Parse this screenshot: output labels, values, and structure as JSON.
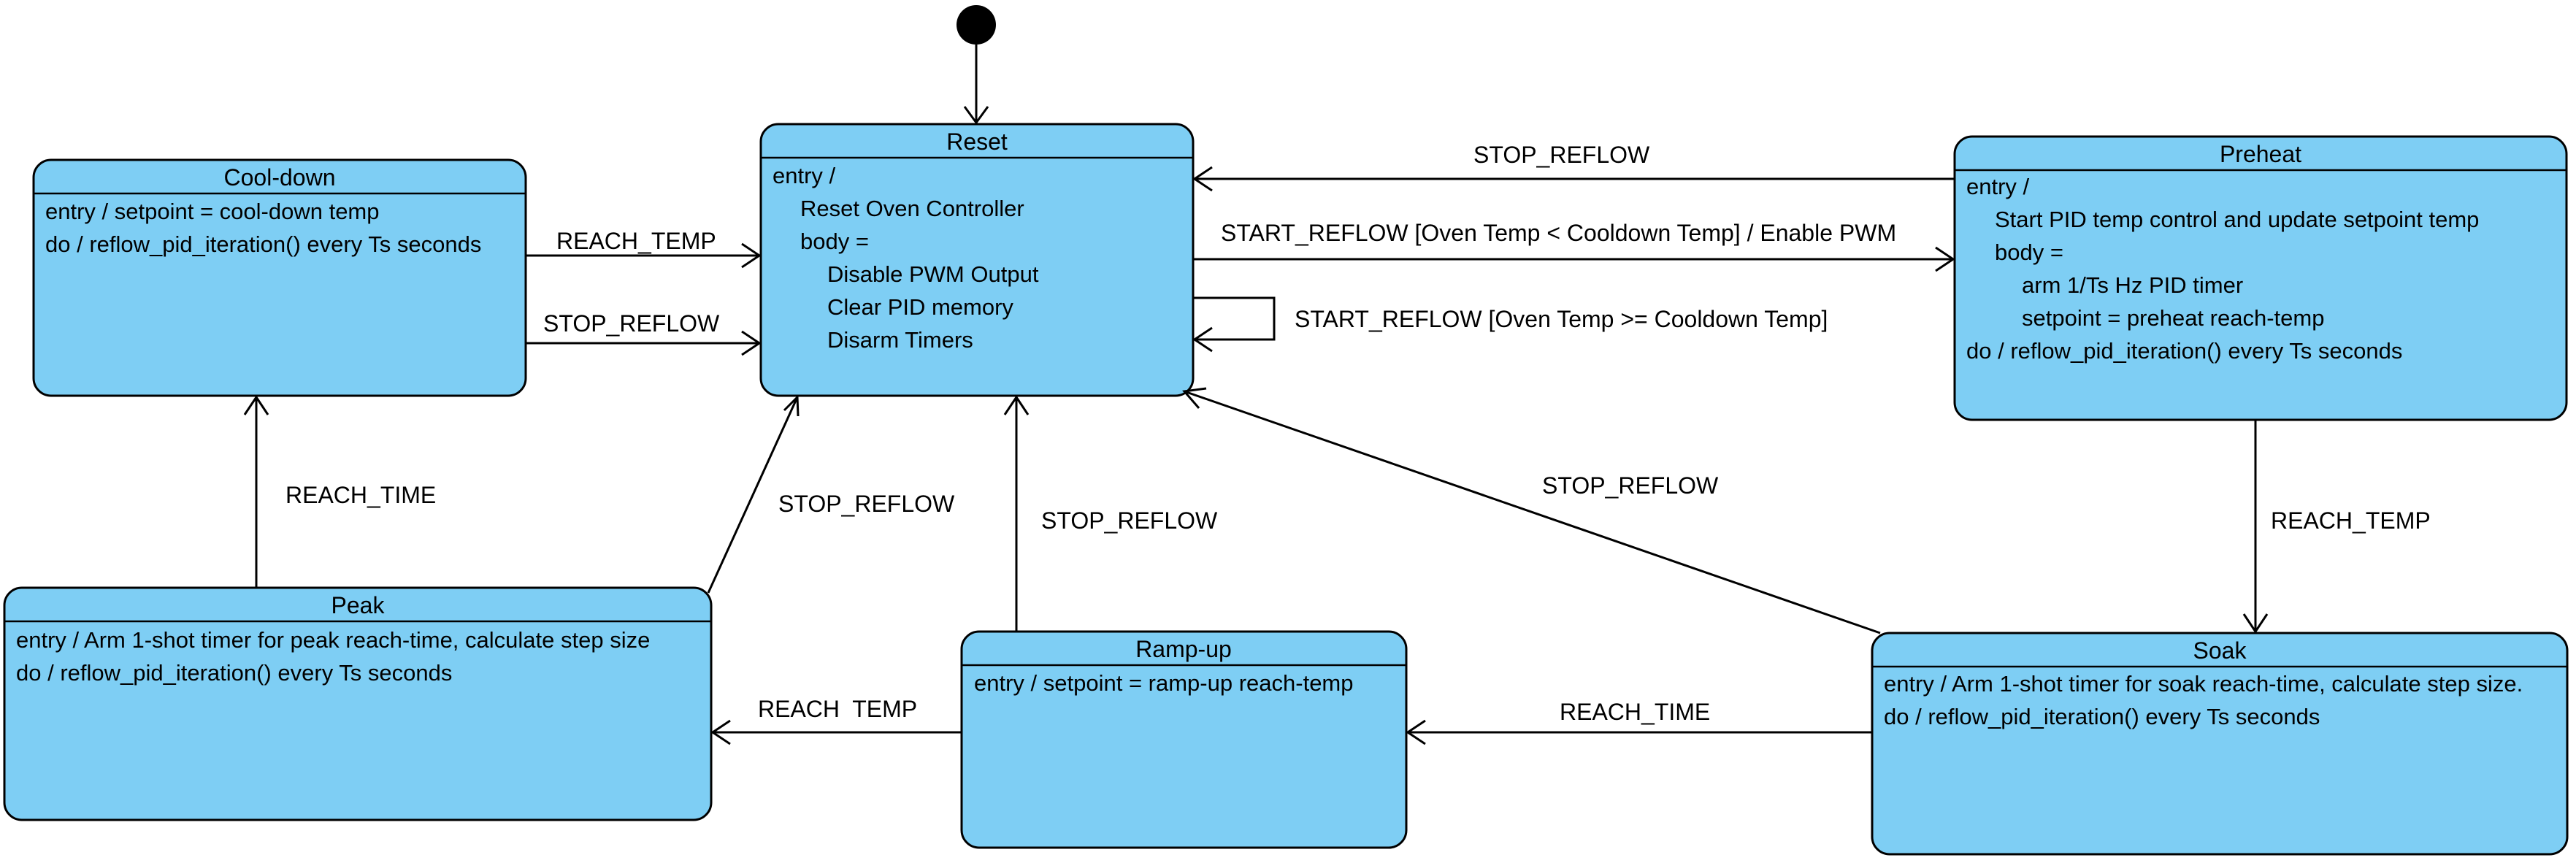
{
  "states": {
    "reset": {
      "title": "Reset",
      "lines": [
        "entry /",
        "Reset Oven Controller",
        "body =",
        "Disable PWM Output",
        "Clear PID memory",
        "Disarm Timers"
      ]
    },
    "cooldown": {
      "title": "Cool-down",
      "lines": [
        "entry / setpoint = cool-down temp",
        "do / reflow_pid_iteration() every Ts seconds"
      ]
    },
    "preheat": {
      "title": "Preheat",
      "lines": [
        "entry /",
        "Start PID temp control and update setpoint temp",
        "body =",
        "arm 1/Ts Hz PID timer",
        "setpoint = preheat reach-temp",
        "do / reflow_pid_iteration() every Ts seconds"
      ]
    },
    "peak": {
      "title": "Peak",
      "lines": [
        "entry / Arm 1-shot timer for peak reach-time, calculate step size",
        "do / reflow_pid_iteration() every Ts seconds"
      ]
    },
    "rampup": {
      "title": "Ramp-up",
      "lines": [
        "entry / setpoint = ramp-up reach-temp"
      ]
    },
    "soak": {
      "title": "Soak",
      "lines": [
        "entry / Arm 1-shot timer for soak reach-time, calculate step size.",
        "do / reflow_pid_iteration() every Ts seconds"
      ]
    }
  },
  "transitions": {
    "preheat_to_reset": "STOP_REFLOW",
    "reset_to_preheat": "START_REFLOW [Oven Temp < Cooldown Temp] / Enable PWM",
    "reset_self": "START_REFLOW [Oven Temp >= Cooldown Temp]",
    "cooldown_to_reset_temp": "REACH_TEMP",
    "cooldown_to_reset_stop": "STOP_REFLOW",
    "peak_to_cooldown": "REACH_TIME",
    "peak_to_reset": "STOP_REFLOW",
    "rampup_to_reset": "STOP_REFLOW",
    "soak_to_reset": "STOP_REFLOW",
    "preheat_to_soak": "REACH_TEMP",
    "soak_to_rampup": "REACH_TIME",
    "rampup_to_peak": "REACH  TEMP"
  }
}
